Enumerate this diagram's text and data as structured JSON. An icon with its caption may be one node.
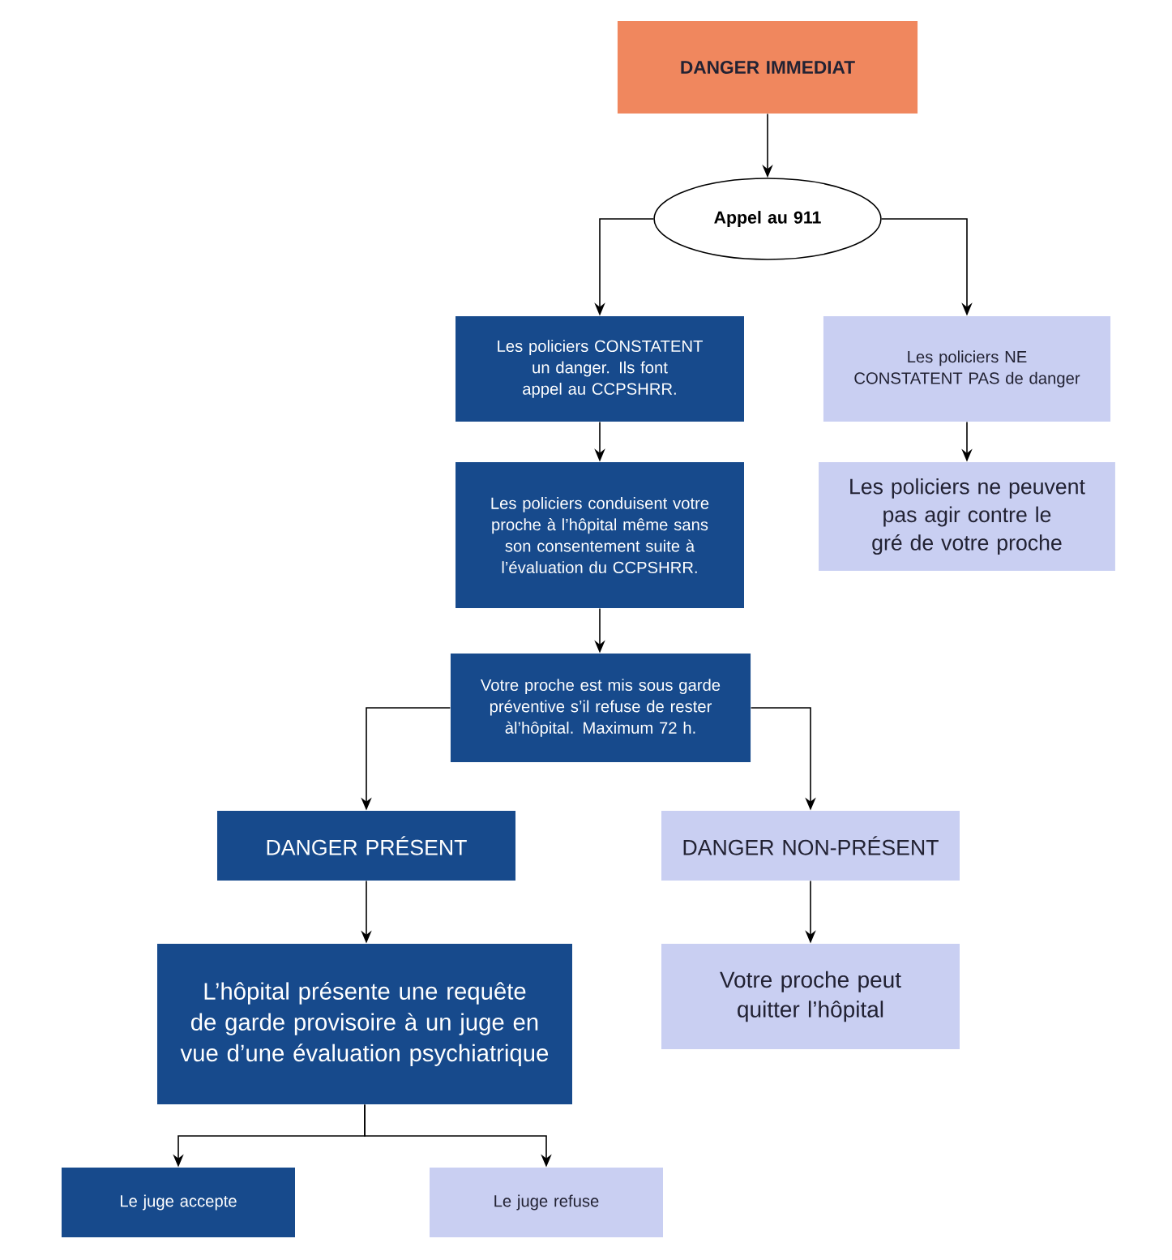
{
  "diagram": {
    "nodes": [
      {
        "text": [
          "DANGER IMMEDIAT"
        ]
      },
      {
        "text": [
          "Appel au 911"
        ]
      },
      {
        "text": [
          "Les policiers CONSTATENT un danger. Ils font appel au CCPSHRR."
        ]
      },
      {
        "text": [
          "Les policiers NE CONSTATENT PAS de danger"
        ]
      },
      {
        "text": [
          "Les policiers conduisent votre proche à l’hôpital même sans son consentement suite à l’évaluation du CCPSHRR."
        ]
      },
      {
        "text": [
          "Les policiers ne peuvent pas agir contre le gré de votre proche"
        ]
      },
      {
        "text": [
          "Votre proche est mis sous garde préventive s’il refuse de rester àl’hôpital. Maximum 72 h."
        ]
      },
      {
        "text": [
          "DANGER PRÉSENT"
        ]
      },
      {
        "text": [
          "DANGER NON-PRÉSENT"
        ]
      },
      {
        "text": [
          "L’hôpital présente une requête de garde provisoire à un juge en vue d’une évaluation psychiatrique"
        ]
      },
      {
        "text": [
          "Votre proche peut quitter l’hôpital"
        ]
      },
      {
        "text": [
          "Le juge accepte"
        ]
      },
      {
        "text": [
          "Le juge refuse"
        ]
      }
    ],
    "edges": [
      {
        "from": 0,
        "to": 1,
        "arrow": "to"
      },
      {
        "from": 1,
        "to": 2,
        "arrow": "to"
      },
      {
        "from": 1,
        "to": 3,
        "arrow": "to"
      },
      {
        "from": 2,
        "to": 4,
        "arrow": "to"
      },
      {
        "from": 3,
        "to": 5,
        "arrow": "to"
      },
      {
        "from": 4,
        "to": 6,
        "arrow": "to"
      },
      {
        "from": 6,
        "to": 7,
        "arrow": "to"
      },
      {
        "from": 6,
        "to": 8,
        "arrow": "to"
      },
      {
        "from": 7,
        "to": 9,
        "arrow": "to"
      },
      {
        "from": 8,
        "to": 10,
        "arrow": "to"
      },
      {
        "from": 9,
        "to": 11,
        "arrow": "to"
      },
      {
        "from": 9,
        "to": 12,
        "arrow": "to"
      }
    ]
  }
}
